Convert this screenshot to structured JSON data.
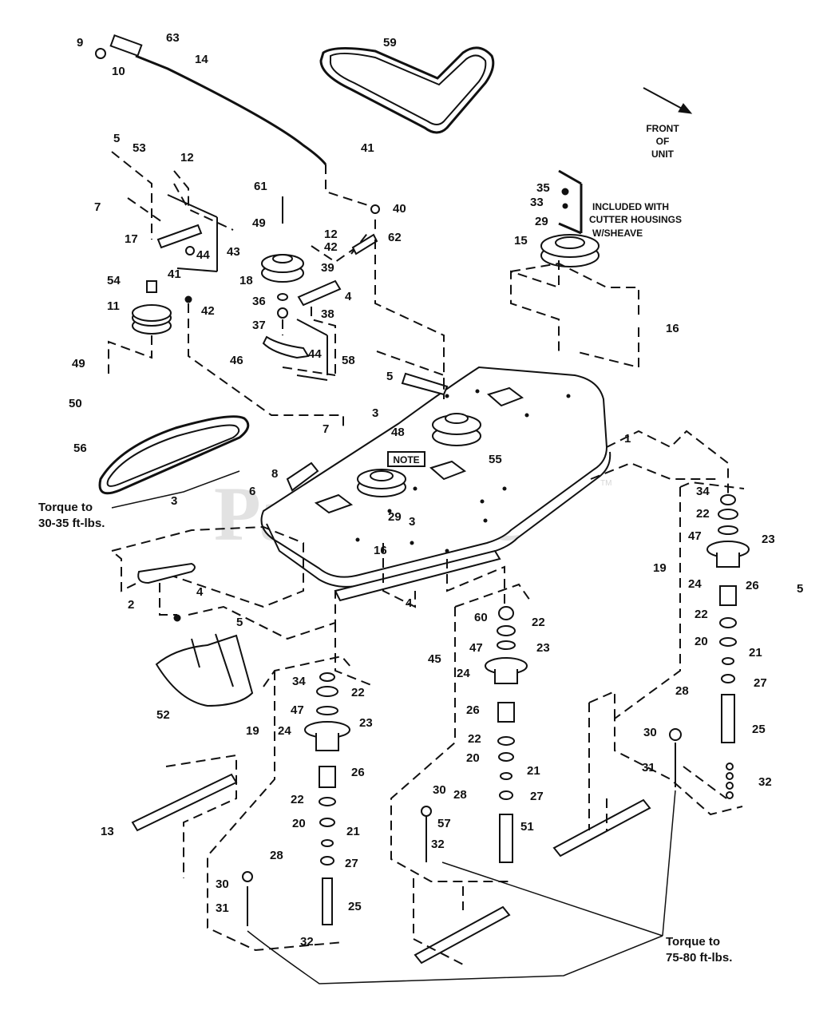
{
  "watermark": "PartsTree",
  "watermark_tm": "TM",
  "front_label": [
    "FRONT",
    "OF",
    "UNIT"
  ],
  "included_note": [
    "INCLUDED WITH",
    "CUTTER HOUSINGS",
    "W/SHEAVE"
  ],
  "note_box": "NOTE",
  "torque_left": [
    "Torque to",
    "30-35 ft-lbs."
  ],
  "torque_right": [
    "Torque to",
    "75-80 ft-lbs."
  ],
  "callouts": {
    "p1": "1",
    "p2": "2",
    "p3a": "3",
    "p3b": "3",
    "p3c": "3",
    "p4a": "4",
    "p4b": "4",
    "p4c": "4",
    "p5a": "5",
    "p5b": "5",
    "p5c": "5",
    "p5d": "5",
    "p6": "6",
    "p7a": "7",
    "p7b": "7",
    "p8": "8",
    "p9": "9",
    "p10": "10",
    "p11": "11",
    "p12a": "12",
    "p12b": "12",
    "p13": "13",
    "p14": "14",
    "p15": "15",
    "p16a": "16",
    "p16b": "16",
    "p17": "17",
    "p18": "18",
    "p19a": "19",
    "p19b": "19",
    "p20a": "20",
    "p20b": "20",
    "p20c": "20",
    "p21a": "21",
    "p21b": "21",
    "p21c": "21",
    "p22a": "22",
    "p22b": "22",
    "p22c": "22",
    "p22d": "22",
    "p22e": "22",
    "p22f": "22",
    "p23a": "23",
    "p23b": "23",
    "p23c": "23",
    "p24a": "24",
    "p24b": "24",
    "p24c": "24",
    "p25a": "25",
    "p25b": "25",
    "p26a": "26",
    "p26b": "26",
    "p26c": "26",
    "p27a": "27",
    "p27b": "27",
    "p27c": "27",
    "p28a": "28",
    "p28b": "28",
    "p28c": "28",
    "p29a": "29",
    "p29b": "29",
    "p30a": "30",
    "p30b": "30",
    "p30c": "30",
    "p31a": "31",
    "p31b": "31",
    "p32a": "32",
    "p32b": "32",
    "p32c": "32",
    "p33": "33",
    "p34a": "34",
    "p34b": "34",
    "p35": "35",
    "p36": "36",
    "p37": "37",
    "p38": "38",
    "p39": "39",
    "p40": "40",
    "p41a": "41",
    "p41b": "41",
    "p42a": "42",
    "p42b": "42",
    "p43": "43",
    "p44a": "44",
    "p44b": "44",
    "p45": "45",
    "p46": "46",
    "p47a": "47",
    "p47b": "47",
    "p47c": "47",
    "p48": "48",
    "p49a": "49",
    "p49b": "49",
    "p50": "50",
    "p51": "51",
    "p52": "52",
    "p53": "53",
    "p54": "54",
    "p55": "55",
    "p56": "56",
    "p57": "57",
    "p58": "58",
    "p59": "59",
    "p60": "60",
    "p61": "61",
    "p62": "62",
    "p63": "63"
  }
}
